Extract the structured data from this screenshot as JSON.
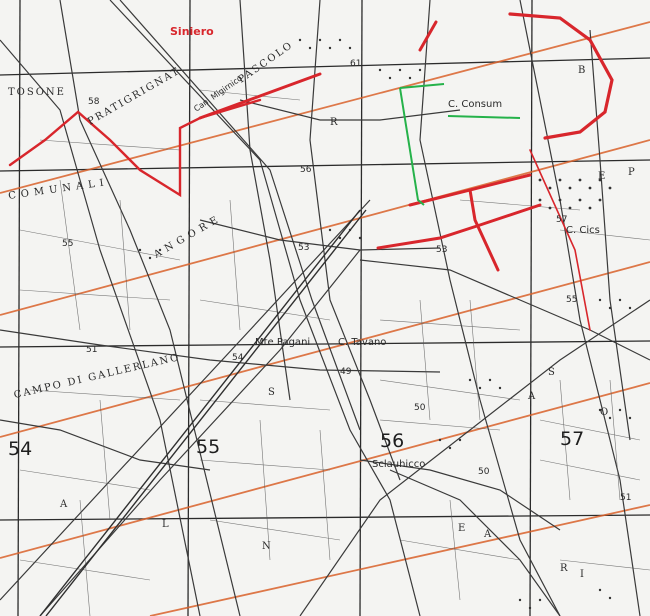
{
  "map": {
    "colors": {
      "paper": "#f4f4f2",
      "linework": "#3a3a3a",
      "grid": "#2b2b2b",
      "orange_lines": "#d9622b",
      "red_markup": "#d8262c",
      "green_markup": "#25b24a"
    },
    "grid_labels": {
      "g54": "54",
      "g55": "55",
      "g56": "56",
      "g57": "57"
    },
    "place_names": {
      "tosone": "TOSONE",
      "pratigrignat": "PRATIGRIGNAT",
      "pascolo": "PASCOLO",
      "comunali": "COMUNALI",
      "angore": "ANGORE",
      "campo_di_gallerlano": "CAMPO DI GALLERLANO",
      "c_consum": "C. Consum",
      "m_pagani": "Mte Pagani",
      "c_tavano": "C. Tavano",
      "sclauhicco": "Sclauhicco",
      "c_cics": "C. Cics",
      "can_rigirnico": "Can. Migirnico",
      "siniero": "Siniero",
      "b": "B",
      "p": "P",
      "e": "E",
      "r": "R",
      "s": "S",
      "a": "A",
      "l": "L",
      "n": "N",
      "e_lower": "E",
      "a_lower": "A",
      "r_lower": "R",
      "i_lower": "I",
      "a_right": "A",
      "s_right": "S",
      "o_right": "O"
    },
    "elevations": {
      "e56": "56",
      "e55": "55",
      "e53": "53",
      "e51": "51",
      "e54": "54",
      "e49": "49",
      "e50a": "50",
      "e50b": "50",
      "e57": "57",
      "e58": "58",
      "e61": "61",
      "e53b": "53",
      "e55b": "55",
      "e51b": "51"
    }
  }
}
